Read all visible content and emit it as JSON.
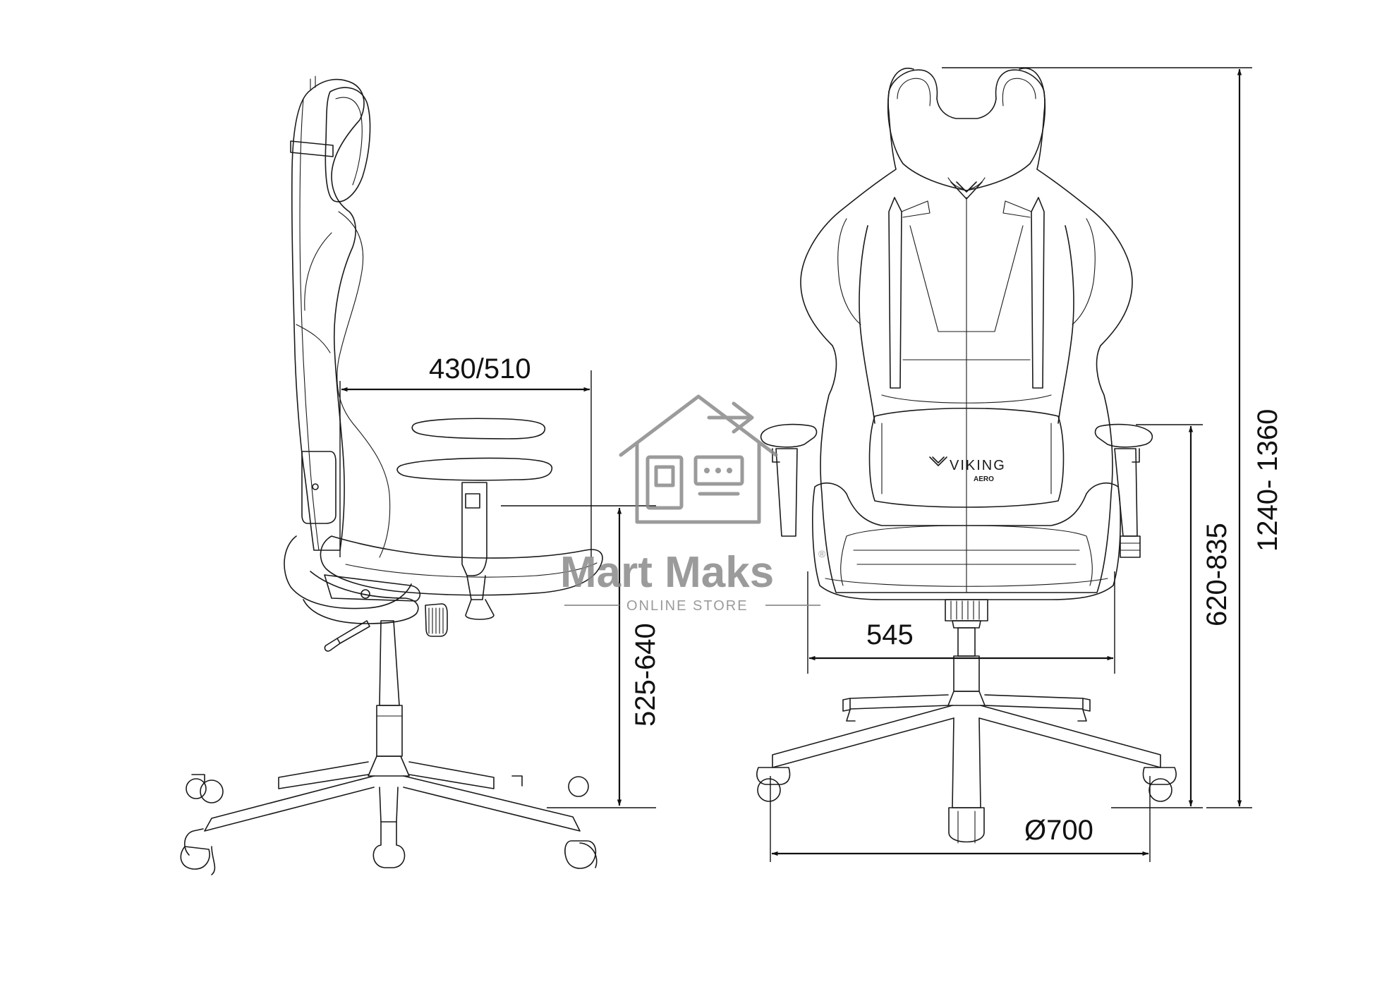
{
  "dimensions": {
    "seat_depth": "430/510",
    "seat_height_side": "525-640",
    "armrest_height": "620-835",
    "total_height": "1240- 1360",
    "seat_width": "545",
    "base_diameter": "Ø700"
  },
  "logo": {
    "brand": "VIKING",
    "model": "AERO"
  },
  "watermark": {
    "name": "Mart Maks",
    "registered": "®",
    "tagline": "ONLINE STORE"
  }
}
